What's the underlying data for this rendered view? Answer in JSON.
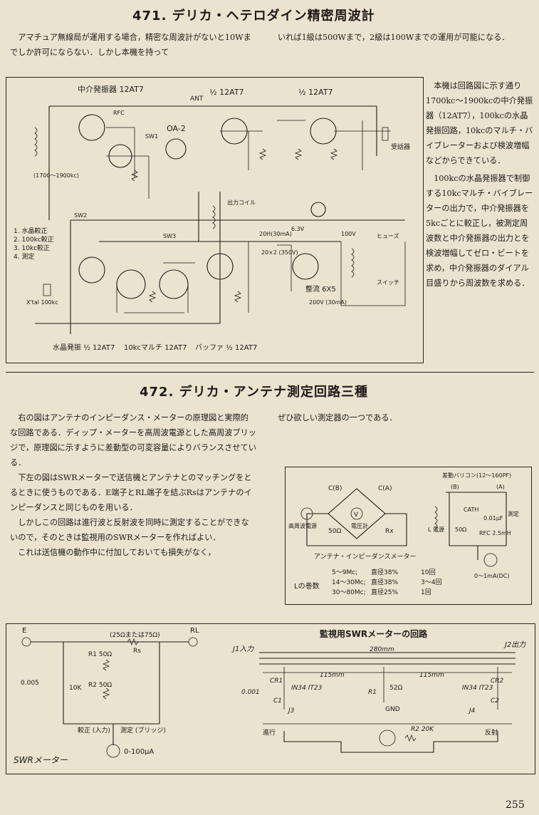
{
  "section471": {
    "title": "471. デリカ・ヘテロダイン精密周波計",
    "intro_left": "アマチュア無線局が運用する場合，精密な周波計がないと10Wまでしか許可にならない．しかし本機を持って",
    "intro_right": "いれば1級は500Wまで，2級は100Wまでの運用が可能になる．",
    "side_p1": "本機は回路図に示す通り1700kc〜1900kcの中介発振器（12AT7），100kcの水晶発振回路，10kcのマルチ・バイブレーターおよび検波増幅などからできている．",
    "side_p2": "100kcの水晶発振器で制御する10kcマルチ・バイブレーターの出力で，中介発振器を5kcごとに較正し，被測定周波数と中介発振器の出力とを検波増幅してゼロ・ビートを求め，中介発振器のダイアル目盛りから周波数を求める．",
    "schematic": {
      "tube_labels": [
        "中介発振器 12AT7",
        "½ 12AT7",
        "½ 12AT7",
        "水晶発振 ½ 12AT7",
        "10kcマルチ 12AT7",
        "バッファ ½ 12AT7",
        "整流 6X5",
        "OA-2"
      ],
      "switch_list": [
        "1. 水晶較正",
        "2. 100kc較正",
        "3. 10kc較正",
        "4. 測定"
      ],
      "labels": [
        "ANT",
        "受話器",
        "ヒューズ",
        "スイッチ",
        "100V",
        "6.3V",
        "20H(30mA)",
        "20×2 (350V)",
        "200V (30mA)",
        "出力コイル",
        "X'tal 100kc",
        "(1700〜1900kc)",
        "RFC",
        "SW1",
        "SW2",
        "SW3"
      ]
    }
  },
  "section472": {
    "title": "472. デリカ・アンテナ測定回路三種",
    "left_p1": "右の図はアンテナのインピーダンス・メーターの原理図と実際的な回路である．ディップ・メーターを高周波電源とした高周波ブリッジで，原理図に示すように差動型の可変容量によりバランスさせている．",
    "left_p2": "下左の図はSWRメーターで送信機とアンテナとのマッチングをとるときに使うものである．E端子とRL端子を結ぶRsはアンテナのインピーダンスと同じものを用いる．",
    "left_p3": "しかしこの回路は進行波と反射波を同時に測定することができないので，そのときは監視用のSWRメーターを作ればよい．",
    "left_p4": "これは送信機の動作中に付加しておいても損失がなく，",
    "right_p1": "ぜひ欲しい測定器の一つである．",
    "impedance_meter": {
      "caption": "アンテナ・インピーダンスメーター",
      "labels": [
        "C(B)",
        "C(A)",
        "高周波電源",
        "50Ω",
        "Rx",
        "電圧計",
        "差動バリコン(12〜160PF)",
        "(B)",
        "(A)",
        "CATH",
        "0.01μF",
        "RFC 2.5mH",
        "測定",
        "0〜1mA(DC)",
        "L 電源",
        "50Ω"
      ],
      "coil_heading": "Lの巻数",
      "coil_rows": [
        {
          "range": "5〜9Mc;",
          "dia": "直径38%",
          "turns": "10回"
        },
        {
          "range": "14〜30Mc;",
          "dia": "直径38%",
          "turns": "3〜4回"
        },
        {
          "range": "30〜80Mc;",
          "dia": "直径25%",
          "turns": "1回"
        }
      ]
    },
    "swr_meter": {
      "caption": "SWRメーター",
      "labels": [
        "E",
        "RL",
        "(25Ωまたは75Ω)",
        "Rs",
        "R1 50Ω",
        "R2 50Ω",
        "0.005",
        "10K",
        "較正 (入力)",
        "測定 (ブリッジ)",
        "0-100μA"
      ]
    },
    "monitor_swr": {
      "caption": "監視用SWRメーターの回路",
      "labels": [
        "J1入力",
        "J2出力",
        "280mm",
        "115mm",
        "115mm",
        "CR1",
        "CR2",
        "IN34 IT23",
        "IN34 IT23",
        "0.001",
        "R1",
        "52Ω",
        "GND",
        "C1",
        "C2",
        "J3",
        "J4",
        "進行",
        "反射",
        "R2 20K"
      ]
    }
  },
  "page": {
    "number": "255"
  }
}
